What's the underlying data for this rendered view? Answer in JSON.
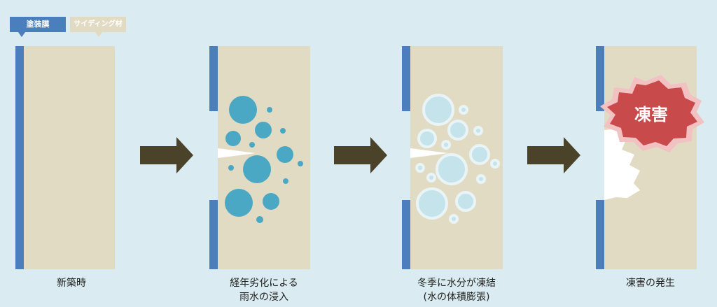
{
  "labels": {
    "coating": "塗装膜",
    "siding": "サイディング材"
  },
  "stages": [
    {
      "caption_lines": [
        "新築時"
      ]
    },
    {
      "caption_lines": [
        "経年劣化による",
        "雨水の浸入"
      ]
    },
    {
      "caption_lines": [
        "冬季に水分が凍結",
        "(水の体積膨張)"
      ]
    },
    {
      "caption_lines": [
        "凍害の発生"
      ]
    }
  ],
  "burst_label": "凍害",
  "colors": {
    "background": "#daecf1",
    "siding": "#e2dbc3",
    "coating": "#4a7ebd",
    "water": "#4aa8c4",
    "ice_fill": "#c4e3ea",
    "ice_ring": "#e9f4f7",
    "arrow": "#4a4229",
    "burst": "#c94a4a",
    "burst_glow": "#f2c2c2"
  },
  "icons": [
    "arrow-right-icon",
    "burst-icon"
  ]
}
